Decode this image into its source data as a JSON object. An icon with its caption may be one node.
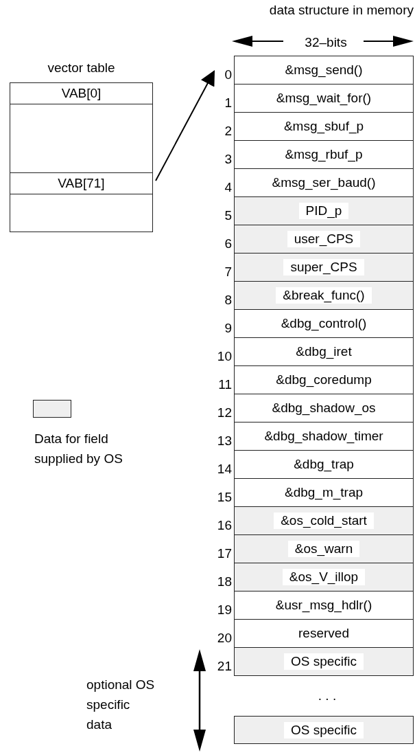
{
  "diagram": {
    "nodes": [
      {
        "text": [
          "vector table"
        ]
      },
      {
        "text": [
          "VAB[0]"
        ],
        "in": 0
      },
      {
        "text": [],
        "shape": "box",
        "in": 0
      },
      {
        "text": [
          "VAB[71]"
        ],
        "in": 0
      },
      {
        "text": [],
        "shape": "box",
        "in": 0
      },
      {
        "text": [
          "data structure in memory"
        ]
      },
      {
        "text": [
          "&msg_send()"
        ],
        "in": 5,
        "beside": [
          "0"
        ]
      },
      {
        "text": [
          "&msg_wait_for()"
        ],
        "in": 5,
        "beside": [
          "1"
        ]
      },
      {
        "text": [
          "&msg_sbuf_p"
        ],
        "in": 5,
        "beside": [
          "2"
        ]
      },
      {
        "text": [
          "&msg_rbuf_p"
        ],
        "in": 5,
        "beside": [
          "3"
        ]
      },
      {
        "text": [
          "&msg_ser_baud()"
        ],
        "in": 5,
        "beside": [
          "4"
        ]
      },
      {
        "text": [
          "PID_p"
        ],
        "in": 5,
        "beside": [
          "5"
        ]
      },
      {
        "text": [
          "user_CPS"
        ],
        "in": 5,
        "beside": [
          "6"
        ]
      },
      {
        "text": [
          "super_CPS"
        ],
        "in": 5,
        "beside": [
          "7"
        ]
      },
      {
        "text": [
          "&break_func()"
        ],
        "in": 5,
        "beside": [
          "8"
        ]
      },
      {
        "text": [
          "&dbg_control()"
        ],
        "in": 5,
        "beside": [
          "9"
        ]
      },
      {
        "text": [
          "&dbg_iret"
        ],
        "in": 5,
        "beside": [
          "10"
        ]
      },
      {
        "text": [
          "&dbg_coredump"
        ],
        "in": 5,
        "beside": [
          "11"
        ]
      },
      {
        "text": [
          "&dbg_shadow_os"
        ],
        "in": 5,
        "beside": [
          "12"
        ]
      },
      {
        "text": [
          "&dbg_shadow_timer"
        ],
        "in": 5,
        "beside": [
          "13"
        ]
      },
      {
        "text": [
          "&dbg_trap"
        ],
        "in": 5,
        "beside": [
          "14"
        ]
      },
      {
        "text": [
          "&dbg_m_trap"
        ],
        "in": 5,
        "beside": [
          "15"
        ]
      },
      {
        "text": [
          "&os_cold_start"
        ],
        "in": 5,
        "beside": [
          "16"
        ]
      },
      {
        "text": [
          "&os_warn"
        ],
        "in": 5,
        "beside": [
          "17"
        ]
      },
      {
        "text": [
          "&os_V_illop"
        ],
        "in": 5,
        "beside": [
          "18"
        ]
      },
      {
        "text": [
          "&usr_msg_hdlr()"
        ],
        "in": 5,
        "beside": [
          "19"
        ]
      },
      {
        "text": [
          "reserved"
        ],
        "in": 5,
        "beside": [
          "20"
        ]
      },
      {
        "text": [
          "OS specific"
        ],
        "in": 5,
        "beside": [
          "21"
        ]
      },
      {
        "text": [
          "OS specific"
        ]
      }
    ],
    "edges": [
      {
        "from": 3,
        "to": 6,
        "arrow": "to"
      }
    ],
    "labels": [
      "32–bits",
      ". . .",
      "optional OS specific data"
    ],
    "legend": [
      {
        "text": "Data for field supplied by OS",
        "color": "#efefef"
      }
    ]
  }
}
